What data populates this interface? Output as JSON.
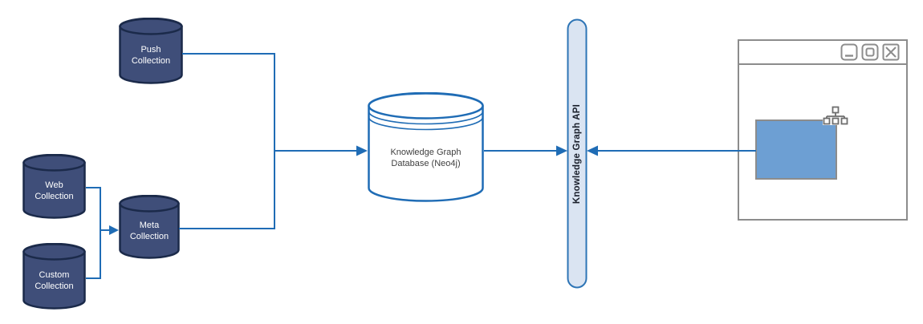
{
  "diagram": {
    "type": "architecture-flow",
    "description": "Collections feeding a knowledge graph database exposed through an API to a client application"
  },
  "nodes": {
    "push": {
      "label": "Push\nCollection",
      "shape": "cylinder"
    },
    "web": {
      "label": "Web\nCollection",
      "shape": "cylinder"
    },
    "custom": {
      "label": "Custom\nCollection",
      "shape": "cylinder"
    },
    "meta": {
      "label": "Meta\nCollection",
      "shape": "cylinder"
    },
    "db": {
      "label": "Knowledge Graph\nDatabase (Neo4j)",
      "shape": "cylinder"
    },
    "api": {
      "label": "Knowledge Graph API",
      "shape": "vertical-pill"
    },
    "client": {
      "shape": "application-window",
      "content_icon": "sitemap-icon"
    }
  },
  "edges": [
    {
      "from": "Push Collection",
      "to": "Knowledge Graph Database (Neo4j)"
    },
    {
      "from": "Web Collection",
      "to": "Meta Collection"
    },
    {
      "from": "Custom Collection",
      "to": "Meta Collection"
    },
    {
      "from": "Meta Collection",
      "to": "Knowledge Graph Database (Neo4j)"
    },
    {
      "from": "Knowledge Graph Database (Neo4j)",
      "to": "Knowledge Graph API"
    },
    {
      "from": "Client Application Window",
      "to": "Knowledge Graph API"
    }
  ],
  "window_controls": [
    {
      "name": "minimize"
    },
    {
      "name": "maximize"
    },
    {
      "name": "close"
    }
  ],
  "colors": {
    "cylinder_fill": "#3F4E79",
    "cylinder_border": "#1B2A4A",
    "db_fill": "#FFFFFF",
    "db_border": "#1F6CB5",
    "connector_blue": "#1F6CB5",
    "api_fill": "#DAE4F2",
    "api_border": "#2E75B6",
    "api_text": "#1A1F2B",
    "window_gray": "#8C8C8C",
    "client_box_blue": "#6D9FD3",
    "icon_gray": "#6E6E6E",
    "db_text": "#404040",
    "cylinder_text": "#FFFFFF"
  }
}
